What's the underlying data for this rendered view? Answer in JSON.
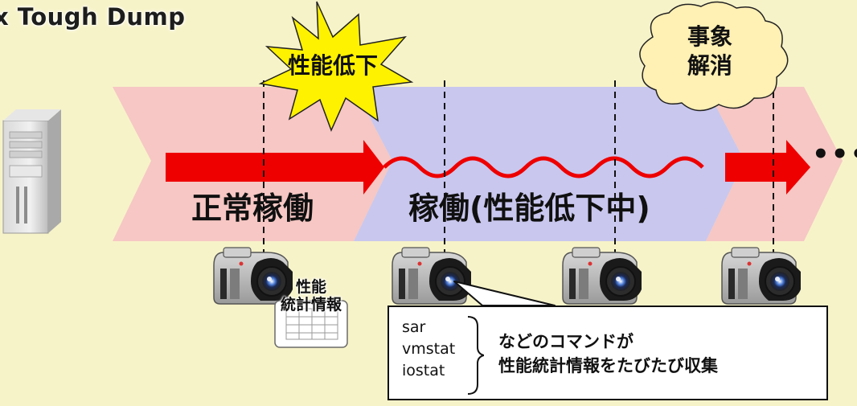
{
  "title": "x Tough Dump",
  "phases": {
    "normal": "正常稼働",
    "degraded": "稼働(性能低下中)"
  },
  "events": {
    "degradation": "性能低下",
    "resolved_line1": "事象",
    "resolved_line2": "解消"
  },
  "stats_doc": {
    "line1": "性能",
    "line2": "統計情報"
  },
  "callout": {
    "commands": [
      "sar",
      "vmstat",
      "iostat"
    ],
    "text_line1": "などのコマンドが",
    "text_line2": "性能統計情報をたびたび収集"
  },
  "continuation": "•••",
  "icons": {
    "server": "server-tower-icon",
    "camera": "camera-icon",
    "document": "stats-table-icon"
  },
  "colors": {
    "background": "#f7f3c9",
    "normal_band": "#f6c7c4",
    "degraded_band": "#c9c7ee",
    "arrow": "#ee0000"
  }
}
